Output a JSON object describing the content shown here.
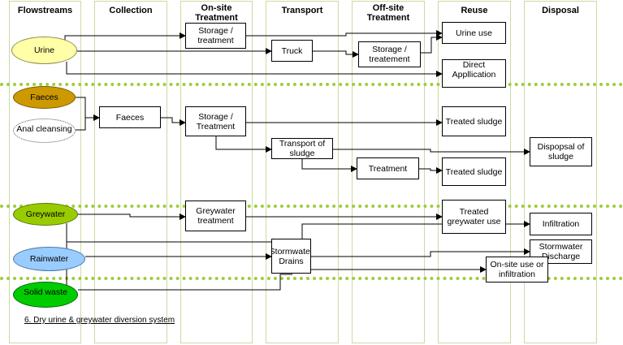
{
  "columns": [
    {
      "id": "flowstreams",
      "label": "Flowstreams"
    },
    {
      "id": "collection",
      "label": "Collection"
    },
    {
      "id": "onsite",
      "label": "On-site Treatment"
    },
    {
      "id": "transport",
      "label": "Transport"
    },
    {
      "id": "offsite",
      "label": "Off-site Treatment"
    },
    {
      "id": "reuse",
      "label": "Reuse"
    },
    {
      "id": "disposal",
      "label": "Disposal"
    }
  ],
  "streams": {
    "urine": "Urine",
    "faeces": "Faeces",
    "anal": "Anal cleansing",
    "greywater": "Greywater",
    "rainwater": "Rainwater",
    "solid": "Solid waste"
  },
  "boxes": {
    "storage_treatment_1": "Storage / treatment",
    "truck": "Truck",
    "storage_treatement_2": "Storage / treatement",
    "urine_use": "Urine use",
    "direct_application": "Direct Appllication",
    "faeces_collection": "Faeces",
    "storage_treatment_3": "Storage / Treatment",
    "treated_sludge_1": "Treated sludge",
    "transport_of_sludge": "Transport of sludge",
    "disposal_of_sludge": "Dispopsal of sludge",
    "treatment": "Treatment",
    "treated_sludge_2": "Treated sludge",
    "greywater_treatment": "Greywater treatment",
    "treated_greywater_use": "Treated greywater use",
    "infiltration": "Infiltration",
    "stormwater_drains": "Stormwater Drains",
    "stormwater_discharge": "Stormwater Discharge",
    "onsite_use_infiltration": "On-site use or infiltration"
  },
  "caption": "6. Dry urine & greywater diversion system",
  "colors": {
    "urine": "#ffffa8",
    "faeces": "#cc9900",
    "anal": "#ffffff",
    "greywater": "#99cc00",
    "rainwater": "#99ccff",
    "solid": "#00cc00",
    "separator": "#9fcc3b",
    "column_border": "#c9dca0"
  }
}
